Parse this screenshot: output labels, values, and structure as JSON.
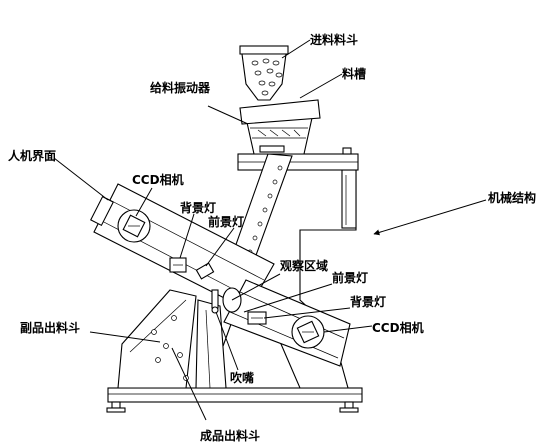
{
  "labels": {
    "feed_hopper": "进料料斗",
    "trough": "料槽",
    "vibrating_feeder": "给料振动器",
    "hmi": "人机界面",
    "ccd_camera_top": "CCD相机",
    "back_light_top": "背景灯",
    "front_light_top": "前景灯",
    "frame": "机械结构",
    "observation_area": "观察区域",
    "front_light_bottom": "前景灯",
    "back_light_bottom": "背景灯",
    "secondary_outlet": "副品出料斗",
    "ccd_camera_bottom": "CCD相机",
    "air_nozzle": "吹嘴",
    "product_outlet": "成品出料斗"
  }
}
